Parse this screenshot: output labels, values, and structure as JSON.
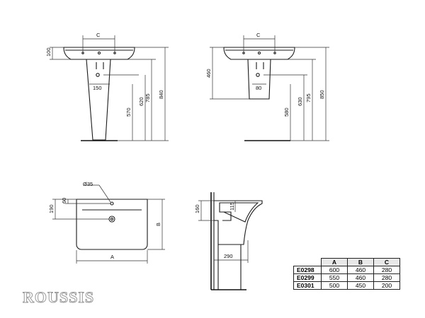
{
  "view1": {
    "c_label": "C",
    "dims": {
      "d100": "100",
      "d150": "150",
      "d570": "570",
      "d620": "620",
      "d785": "785",
      "d840": "840"
    }
  },
  "view2": {
    "c_label": "C",
    "dims": {
      "d460": "460",
      "d80": "80",
      "d580": "580",
      "d630": "630",
      "d795": "795",
      "d850": "850"
    }
  },
  "view3": {
    "dims": {
      "dia": "Ø35",
      "d190": "190",
      "d60": "60",
      "a": "A",
      "b": "B"
    }
  },
  "view4": {
    "dims": {
      "d160": "160",
      "d115": "115",
      "d290": "290"
    }
  },
  "table": {
    "headers": [
      "A",
      "B",
      "C"
    ],
    "rows": [
      {
        "code": "E0298",
        "a": "600",
        "b": "460",
        "c": "280"
      },
      {
        "code": "E0299",
        "a": "550",
        "b": "460",
        "c": "280"
      },
      {
        "code": "E0301",
        "a": "500",
        "b": "450",
        "c": "200"
      }
    ]
  },
  "brand": {
    "logo_text": "ROUSSIS"
  }
}
